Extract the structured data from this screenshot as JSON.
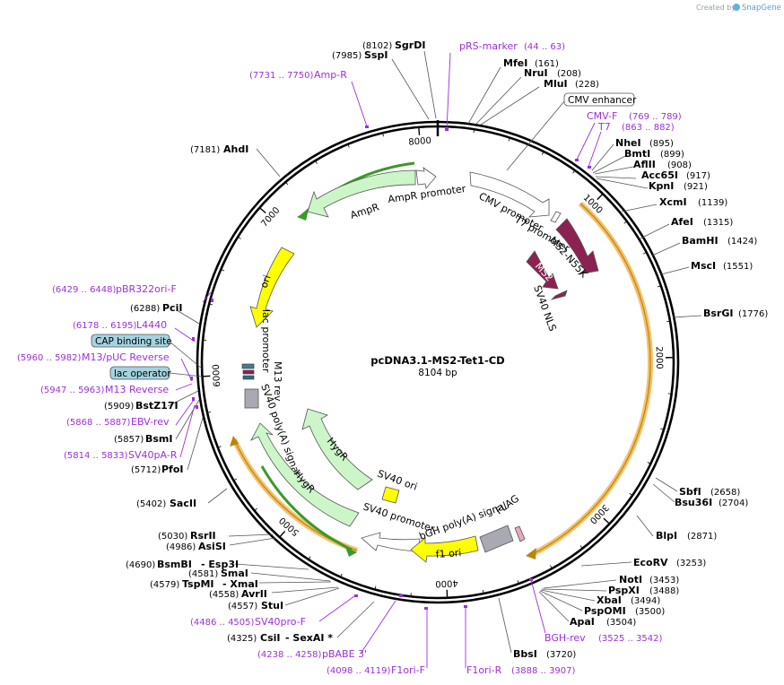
{
  "watermark": {
    "prefix": "Created by",
    "brand": "SnapGene"
  },
  "plasmid": {
    "name": "pcDNA3.1-MS2-Tet1-CD",
    "size": "8104 bp"
  },
  "colors": {
    "primer": "#9b30d9",
    "feature_green": "#ccf6c8",
    "feature_yellow": "#ffff00",
    "feature_orange": "#f5c06b",
    "feature_maroon": "#8b2252",
    "feature_gray": "#a9a9b3",
    "badge_blue": "#a4d3e0",
    "badge_box": "#ffffff"
  },
  "ticks": [
    "1000",
    "2000",
    "3000",
    "4000",
    "5000",
    "6000",
    "7000",
    "8000"
  ],
  "enzymes": [
    {
      "name": "SgrDI",
      "coord": "(8102)"
    },
    {
      "name": "SspI",
      "coord": "(7985)"
    },
    {
      "name": "MfeI",
      "coord": "(161)"
    },
    {
      "name": "NruI",
      "coord": "(208)"
    },
    {
      "name": "MluI",
      "coord": "(228)"
    },
    {
      "name": "NheI",
      "coord": "(895)"
    },
    {
      "name": "BmtI",
      "coord": "(899)"
    },
    {
      "name": "AflII",
      "coord": "(908)"
    },
    {
      "name": "Acc65I",
      "coord": "(917)"
    },
    {
      "name": "KpnI",
      "coord": "(921)"
    },
    {
      "name": "XcmI",
      "coord": "(1139)"
    },
    {
      "name": "AfeI",
      "coord": "(1315)"
    },
    {
      "name": "BamHI",
      "coord": "(1424)"
    },
    {
      "name": "MscI",
      "coord": "(1551)"
    },
    {
      "name": "BsrGI",
      "coord": "(1776)"
    },
    {
      "name": "SbfI",
      "coord": "(2658)"
    },
    {
      "name": "Bsu36I",
      "coord": "(2704)"
    },
    {
      "name": "BlpI",
      "coord": "(2871)"
    },
    {
      "name": "EcoRV",
      "coord": "(3253)"
    },
    {
      "name": "NotI",
      "coord": "(3453)"
    },
    {
      "name": "PspXI",
      "coord": "(3488)"
    },
    {
      "name": "XbaI",
      "coord": "(3494)"
    },
    {
      "name": "PspOMI",
      "coord": "(3500)"
    },
    {
      "name": "ApaI",
      "coord": "(3504)"
    },
    {
      "name": "BbsI",
      "coord": "(3720)"
    },
    {
      "name": "AhdI",
      "coord": "(7181)"
    },
    {
      "name": "PciI",
      "coord": "(6288)"
    },
    {
      "name": "BstZ17I",
      "coord": "(5909)"
    },
    {
      "name": "BsmI",
      "coord": "(5857)"
    },
    {
      "name": "PfoI",
      "coord": "(5712)"
    },
    {
      "name": "SacII",
      "coord": "(5402)"
    },
    {
      "name": "RsrII",
      "coord": "(5030)"
    },
    {
      "name": "AsiSI",
      "coord": "(4986)"
    },
    {
      "name": "BsmBI",
      "coord": "(4690)",
      "extra": "- Esp3I"
    },
    {
      "name": "SmaI",
      "coord": "(4581)"
    },
    {
      "name": "TspMI",
      "coord": "(4579)",
      "extra": "- XmaI"
    },
    {
      "name": "AvrII",
      "coord": "(4558)"
    },
    {
      "name": "StuI",
      "coord": "(4557)"
    },
    {
      "name": "CsiI",
      "coord": "(4325)",
      "extra": "- SexAI *"
    }
  ],
  "primers": [
    {
      "name": "pRS-marker",
      "range": "(44 .. 63)"
    },
    {
      "name": "Amp-R",
      "range": "(7731 .. 7750)"
    },
    {
      "name": "CMV-F",
      "range": "(769 .. 789)"
    },
    {
      "name": "T7",
      "range": "(863 .. 882)"
    },
    {
      "name": "pBR322ori-F",
      "range": "(6429 .. 6448)"
    },
    {
      "name": "L4440",
      "range": "(6178 .. 6195)"
    },
    {
      "name": "M13/pUC Reverse",
      "range": "(5960 .. 5982)"
    },
    {
      "name": "M13 Reverse",
      "range": "(5947 .. 5963)"
    },
    {
      "name": "EBV-rev",
      "range": "(5868 .. 5887)"
    },
    {
      "name": "SV40pA-R",
      "range": "(5814 .. 5833)"
    },
    {
      "name": "SV40pro-F",
      "range": "(4486 .. 4505)"
    },
    {
      "name": "pBABE 3'",
      "range": "(4238 .. 4258)"
    },
    {
      "name": "F1ori-F",
      "range": "(4098 .. 4119)"
    },
    {
      "name": "F1ori-R",
      "range": "(3888 .. 3907)"
    },
    {
      "name": "BGH-rev",
      "range": "(3525 .. 3542)"
    }
  ],
  "boxed_features": [
    {
      "name": "CMV enhancer"
    },
    {
      "name": "CAP binding site"
    },
    {
      "name": "lac operator"
    }
  ],
  "features": [
    {
      "name": "AmpR promoter"
    },
    {
      "name": "AmpR"
    },
    {
      "name": "ori"
    },
    {
      "name": "CMV promoter"
    },
    {
      "name": "T7 promoter"
    },
    {
      "name": "MS2-N55K"
    },
    {
      "name": "MS2"
    },
    {
      "name": "SV40 NLS"
    },
    {
      "name": "lac promoter"
    },
    {
      "name": "M13 rev"
    },
    {
      "name": "SV40 poly(A) signal"
    },
    {
      "name": "HygR"
    },
    {
      "name": "SV40 ori"
    },
    {
      "name": "SV40 promoter"
    },
    {
      "name": "f1 ori"
    },
    {
      "name": "bGH poly(A) signal"
    },
    {
      "name": "FLAG"
    }
  ]
}
